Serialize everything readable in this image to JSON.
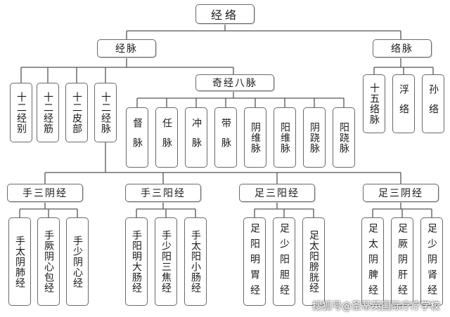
{
  "root": "经络",
  "jingmai": "经脉",
  "luomai": "络脉",
  "qijing_bamai": "奇经八脉",
  "jingmai_children": [
    "十二经别",
    "十二经筋",
    "十二皮部",
    "十二经脉"
  ],
  "bamai": [
    "督脉",
    "任脉",
    "冲脉",
    "带脉",
    "阴维脉",
    "阳维脉",
    "阴跷脉",
    "阳跷脉"
  ],
  "luomai_children": [
    "十五络脉",
    "浮络",
    "孙络"
  ],
  "groups": [
    {
      "label": "手三阴经",
      "channels": [
        "手太阴肺经",
        "手厥阴心包经",
        "手少阴心经"
      ]
    },
    {
      "label": "手三阳经",
      "channels": [
        "手阳明大肠经",
        "手少阳三焦经",
        "手太阳小肠经"
      ]
    },
    {
      "label": "足三阳经",
      "channels": [
        "足阳明胃经",
        "足少阳胆经",
        "足太阳膀胱经"
      ]
    },
    {
      "label": "足三阴经",
      "channels": [
        "足太阴脾经",
        "足厥阴肝经",
        "足少阴肾经"
      ]
    }
  ],
  "watermark": "搜狐号@圣蒂英国际疗疗学校"
}
